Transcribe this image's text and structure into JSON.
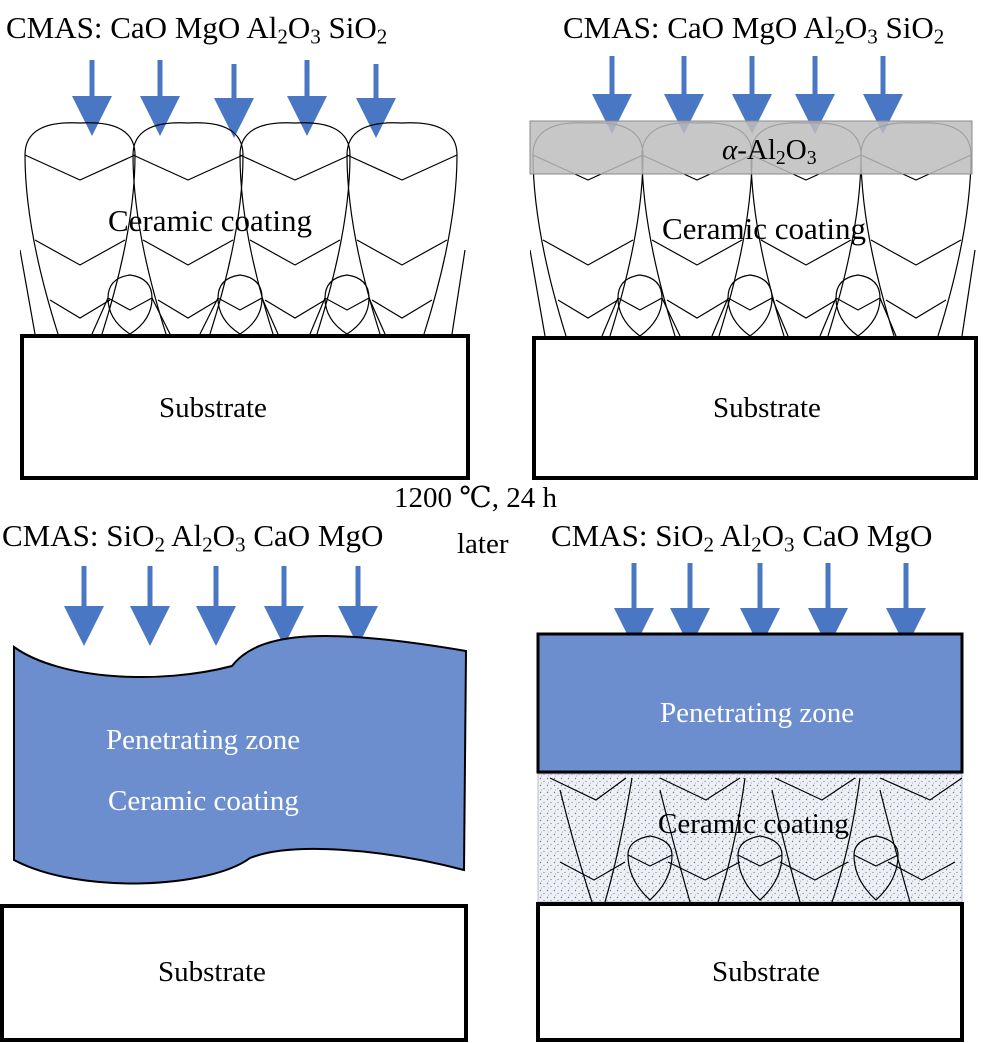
{
  "colors": {
    "arrow": "#4a77c4",
    "zone_fill": "#6c8ecf",
    "alumina_fill": "#bdbdbd",
    "line": "#000000",
    "stipple_bg": "#eef0f4",
    "stipple_dot": "#6d7fa8"
  },
  "panels": {
    "top_left": {
      "cmas_prefix": "CMAS: ",
      "ox1": "CaO",
      "ox2": "MgO",
      "ox3_a": "Al",
      "ox3_s1": "2",
      "ox3_b": "O",
      "ox3_s2": "3",
      "ox4_a": "SiO",
      "ox4_s": "2",
      "coating_label": "Ceramic coating",
      "substrate_label": "Substrate"
    },
    "top_right": {
      "cmas_prefix": "CMAS: ",
      "ox1": "CaO",
      "ox2": "MgO",
      "ox3_a": "Al",
      "ox3_s1": "2",
      "ox3_b": "O",
      "ox3_s2": "3",
      "ox4_a": "SiO",
      "ox4_s": "2",
      "alumina_alpha": "α",
      "alumina_a": "-Al",
      "alumina_s1": "2",
      "alumina_b": "O",
      "alumina_s2": "3",
      "coating_label": "Ceramic coating",
      "substrate_label": "Substrate"
    },
    "bottom_left": {
      "cmas_prefix": "CMAS: ",
      "ox1_a": "SiO",
      "ox1_s": "2",
      "ox2_a": "Al",
      "ox2_s1": "2",
      "ox2_b": "O",
      "ox2_s2": "3",
      "ox3": "CaO",
      "ox4": "MgO",
      "zone_label": "Penetrating zone",
      "coating_label": "Ceramic coating",
      "substrate_label": "Substrate"
    },
    "bottom_right": {
      "cmas_prefix": "CMAS: ",
      "ox1_a": "SiO",
      "ox1_s": "2",
      "ox2_a": "Al",
      "ox2_s1": "2",
      "ox2_b": "O",
      "ox2_s2": "3",
      "ox3": "CaO",
      "ox4": "MgO",
      "zone_label": "Penetrating zone",
      "coating_label": "Ceramic coating",
      "substrate_label": "Substrate"
    }
  },
  "condition": {
    "line1": "1200 ℃, 24 h",
    "line2": "later"
  }
}
